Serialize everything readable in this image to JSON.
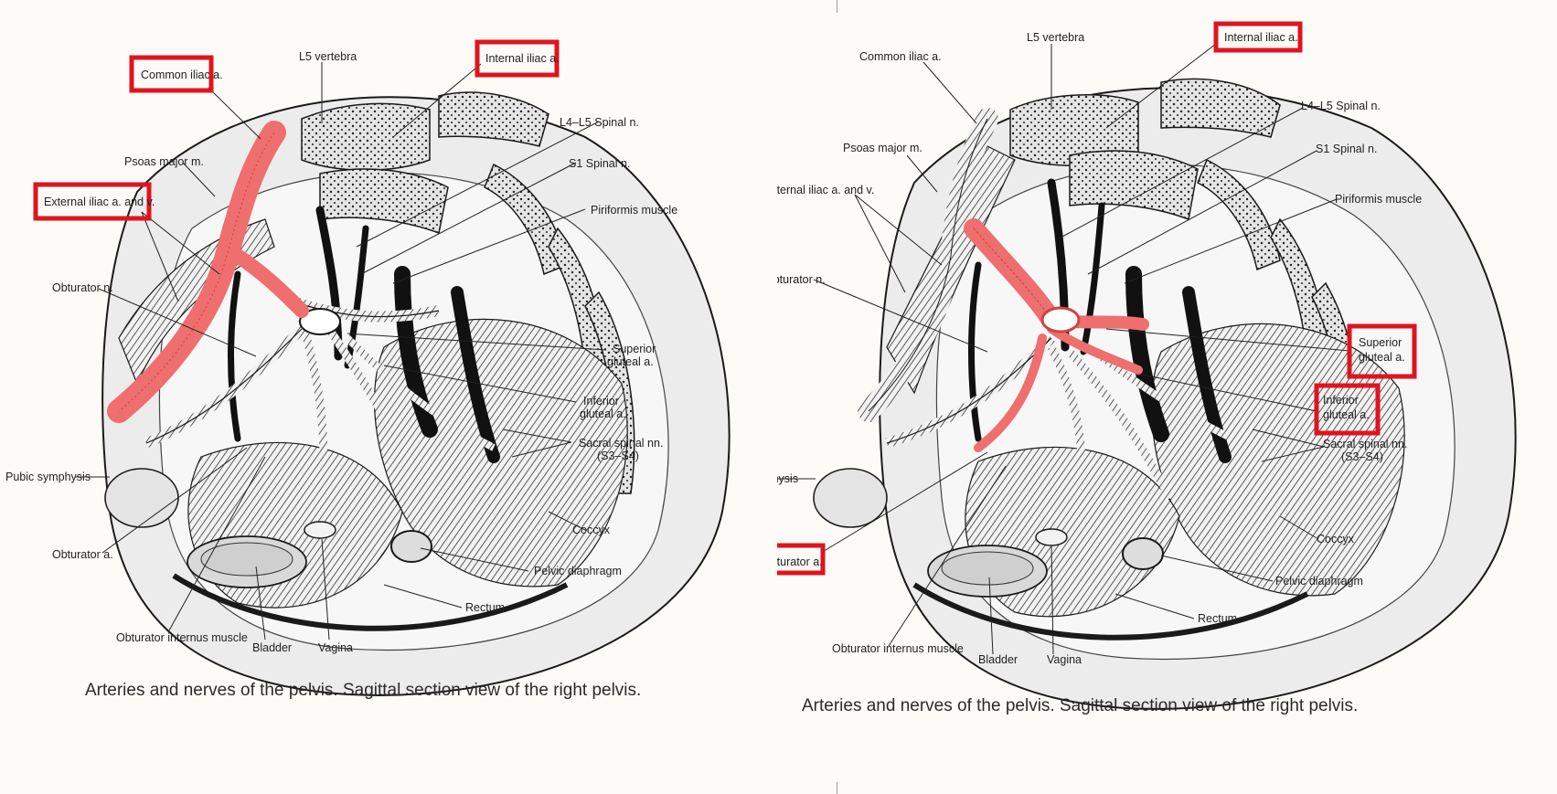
{
  "figures": [
    {
      "caption": "Arteries and nerves of the pelvis. Sagittal section view of the right pelvis.",
      "labels": {
        "l5_vertebra": "L5 vertebra",
        "common_iliac": "Common iliac a.",
        "internal_iliac": "Internal iliac a.",
        "l4_l5_spinal": "L4–L5 Spinal n.",
        "psoas_major": "Psoas major m.",
        "s1_spinal": "S1 Spinal n.",
        "external_iliac": "External iliac a. and v.",
        "piriformis": "Piriformis muscle",
        "obturator_n": "Obturator n.",
        "superior_gluteal_1": "Superior",
        "superior_gluteal_2": "gluteal a.",
        "inferior_gluteal_1": "Inferior",
        "inferior_gluteal_2": "gluteal a.",
        "sacral_spinal_1": "Sacral spinal nn.",
        "sacral_spinal_2": "(S3–S4)",
        "pubic_symphysis": "Pubic symphysis",
        "coccyx": "Coccyx",
        "obturator_a": "Obturator a.",
        "pelvic_diaphragm": "Pelvic diaphragm",
        "rectum": "Rectum",
        "obturator_internus": "Obturator internus muscle",
        "bladder": "Bladder",
        "vagina": "Vagina"
      },
      "highlighted": [
        "common_iliac",
        "internal_iliac",
        "external_iliac"
      ]
    },
    {
      "caption": "Arteries and nerves of the pelvis. Sagittal section view of the right pelvis.",
      "labels": {
        "l5_vertebra": "L5 vertebra",
        "common_iliac": "Common iliac a.",
        "internal_iliac": "Internal iliac a.",
        "l4_l5_spinal": "L4–L5 Spinal n.",
        "psoas_major": "Psoas major m.",
        "s1_spinal": "S1 Spinal n.",
        "external_iliac": "External iliac a. and v.",
        "piriformis": "Piriformis muscle",
        "obturator_n": "Obturator n.",
        "superior_gluteal_1": "Superior",
        "superior_gluteal_2": "gluteal a.",
        "inferior_gluteal_1": "Inferior",
        "inferior_gluteal_2": "gluteal a.",
        "sacral_spinal_1": "Sacral spinal nn.",
        "sacral_spinal_2": "(S3–S4)",
        "pubic_symphysis": "Pubic symphysis",
        "coccyx": "Coccyx",
        "obturator_a": "Obturator a.",
        "pelvic_diaphragm": "Pelvic diaphragm",
        "rectum": "Rectum",
        "obturator_internus": "Obturator internus muscle",
        "bladder": "Bladder",
        "vagina": "Vagina"
      },
      "highlighted": [
        "internal_iliac",
        "superior_gluteal",
        "inferior_gluteal",
        "obturator_a"
      ]
    }
  ],
  "colors": {
    "highlight_box": "#e0141e",
    "highlight_artery": "#ef6e6e",
    "bone_gray": "#d6d6d6",
    "outline": "#1a1a1a"
  }
}
